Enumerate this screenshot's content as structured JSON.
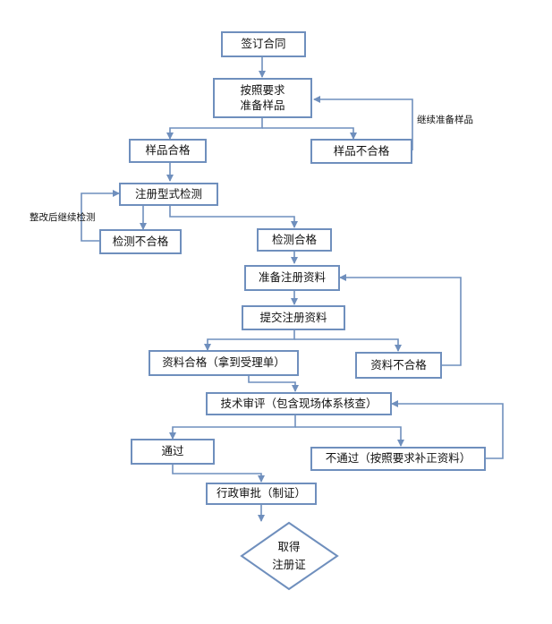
{
  "nodes": {
    "sign_contract": "签订合同",
    "prepare_samples_1": "按照要求",
    "prepare_samples_2": "准备样品",
    "sample_pass": "样品合格",
    "sample_fail": "样品不合格",
    "type_test": "注册型式检测",
    "test_fail": "检测不合格",
    "test_pass": "检测合格",
    "prepare_docs": "准备注册资料",
    "submit_docs": "提交注册资料",
    "docs_pass": "资料合格（拿到受理单）",
    "docs_fail": "资料不合格",
    "tech_review": "技术审评（包含现场体系核查）",
    "approved": "通过",
    "rejected": "不通过（按照要求补正资料）",
    "admin_approval": "行政审批（制证）",
    "obtain_1": "取得",
    "obtain_2": "注册证"
  },
  "side_labels": {
    "continue_samples": "继续准备样品",
    "rectify_retest": "整改后继续检测"
  },
  "colors": {
    "line": "#6f8fbd",
    "border": "#6f8fbd",
    "text": "#111111"
  }
}
